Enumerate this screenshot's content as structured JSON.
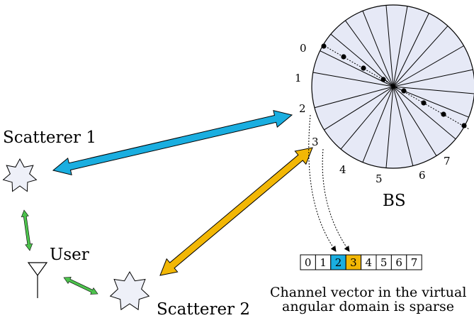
{
  "bs": {
    "label": "BS",
    "fill": "#e6e9f6",
    "sector_labels": [
      "0",
      "1",
      "2",
      "3",
      "4",
      "5",
      "6",
      "7"
    ]
  },
  "scatterers": [
    {
      "label": "Scatterer 1",
      "fill": "#eef0f8"
    },
    {
      "label": "Scatterer 2",
      "fill": "#eef0f8"
    }
  ],
  "user": {
    "label": "User"
  },
  "links": [
    {
      "name": "bs-scatterer1",
      "color": "#1aaee0"
    },
    {
      "name": "bs-scatterer2",
      "color": "#f2b705"
    },
    {
      "name": "scatterer1-user",
      "color": "#4cc24c"
    },
    {
      "name": "user-scatterer2",
      "color": "#4cc24c"
    }
  ],
  "channel_vector": {
    "cells": [
      "0",
      "1",
      "2",
      "3",
      "4",
      "5",
      "6",
      "7"
    ],
    "highlight": {
      "2": "#1aaee0",
      "3": "#f2b705"
    },
    "caption": [
      "Channel vector in the virtual",
      "angular domain is sparse"
    ]
  }
}
